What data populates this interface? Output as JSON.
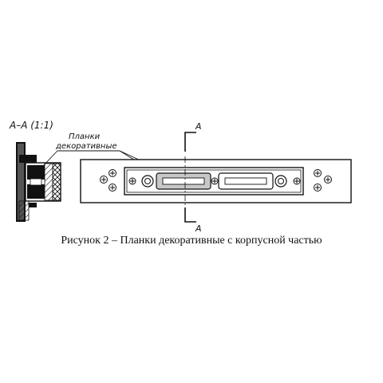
{
  "section": {
    "title": "А–А (1:1)"
  },
  "callout": {
    "line1": "Планки",
    "line2": "декоративные"
  },
  "cut_marks": {
    "top": "А",
    "bottom": "А"
  },
  "caption": "Рисунок 2 – Планки декоративные с корпусной частью",
  "colors": {
    "ink": "#111111",
    "decorative_fill": "#c8c8c8"
  }
}
